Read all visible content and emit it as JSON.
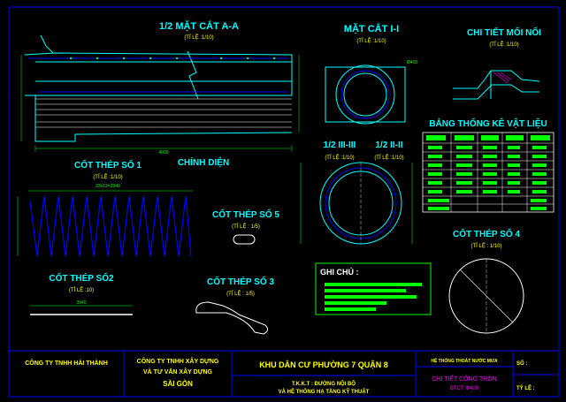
{
  "colors": {
    "background": "#000000",
    "frame": "#0000ff",
    "outline": "#00ffff",
    "rebar": "#0000ff",
    "title": "#00ffff",
    "scale": "#ffff00",
    "dimension": "#00ff00",
    "note_fill": "#00ff00",
    "company": "#ffff00",
    "highlight": "#ff00ff"
  },
  "views": {
    "section_aa": {
      "title": "1/2 MẶT CẮT A-A",
      "scale": "(TỈ LỆ :1/10)"
    },
    "section_i": {
      "title": "MẶT CẮT I-I",
      "scale": "(TỈ LỆ :1/10)"
    },
    "joint_detail": {
      "title": "CHI TIẾT MỐI NỐI",
      "scale": "(TỈ LỆ :1/10)"
    },
    "material_table": {
      "title": "BẢNG THỐNG KÊ VẬT LIỆU"
    },
    "elevation": {
      "title": "CHÍNH DIỆN"
    },
    "section_iii": {
      "title": "1/2 III-III",
      "scale": "(TỈ LỆ :1/10)"
    },
    "section_ii": {
      "title": "1/2 II-II",
      "scale": "(TỈ LỆ :1/10)"
    },
    "rebar_1": {
      "title": "CỐT THÉP SỐ 1",
      "scale": "(TỈ LỆ :1/10)",
      "dimension": "23x12=2940"
    },
    "rebar_2": {
      "title": "CỐT THÉP SỐ2",
      "scale": "(TỈ LỆ :10)",
      "dimension": "3940"
    },
    "rebar_3": {
      "title": "CỐT THÉP SỐ 3",
      "scale": "(TỈ LỆ : 1/5)"
    },
    "rebar_4": {
      "title": "CỐT THÉP SỐ 4",
      "scale": "(TỈ LỆ : 1/10)"
    },
    "rebar_5": {
      "title": "CỐT THÉP SỐ 5",
      "scale": "(TỈ LỆ : 1/5)"
    }
  },
  "dimensions": {
    "length_total": "4000",
    "length_part": "3940",
    "d_outer": "Ø400"
  },
  "notes": {
    "title": "GHI CHÚ :"
  },
  "title_block": {
    "company_1": "CÔNG TY TNHH HẢI THÀNH",
    "company_2_line1": "CÔNG TY TNHH XÂY DỰNG",
    "company_2_line2": "VÀ TƯ VẤN XÂY DỰNG",
    "company_2_line3": "SÀI GÒN",
    "project": "KHU DÂN CƯ PHƯỜNG 7 QUẬN 8",
    "design_line1": "T.K.K.T : ĐƯỜNG NỘI BỘ",
    "design_line2": "VÀ HỆ THỐNG HẠ TẦNG KỸ THUẬT",
    "system": "HỆ THỐNG THOÁT NƯỚC MƯA",
    "drawing_line1": "CHI TIẾT CỐNG TRÒN",
    "drawing_line2": "BTCT Φ400",
    "sheet_no_label": "SỐ :",
    "scale_label": "TỶ LỆ :"
  }
}
